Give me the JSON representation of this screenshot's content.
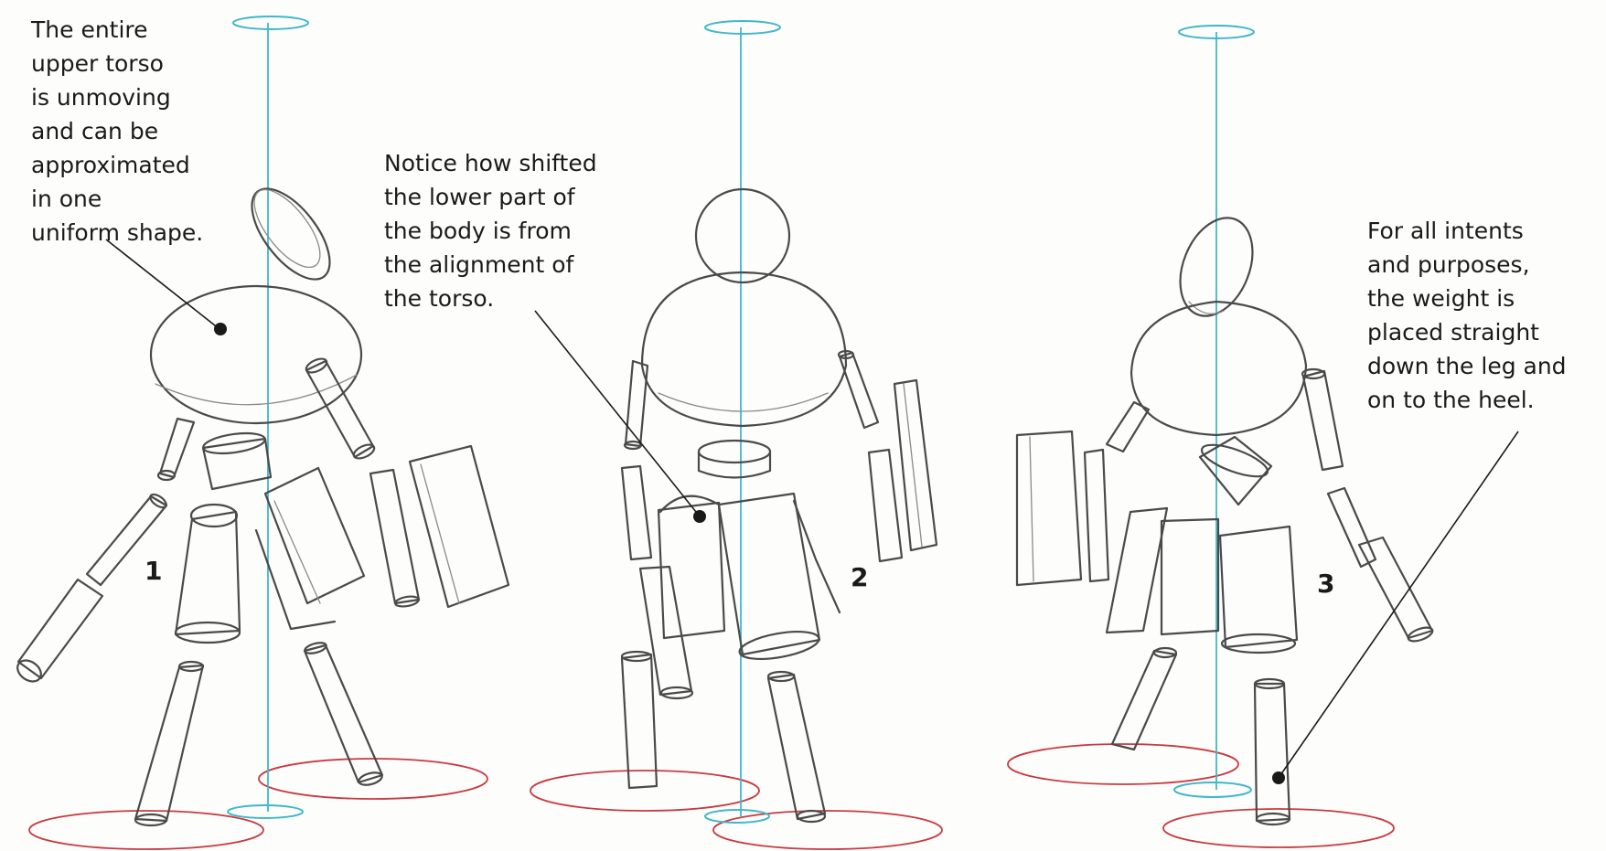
{
  "annotations": [
    {
      "id": "torso-note",
      "text": "The entire\nupper torso\nis unmoving\nand can be\napproximated\nin one\nuniform shape."
    },
    {
      "id": "shift-note",
      "text": "Notice how shifted\nthe lower part of\nthe body is from\nthe alignment of\nthe torso."
    },
    {
      "id": "weight-note",
      "text": "For all intents\nand purposes,\nthe weight is\nplaced straight\ndown the leg and\non to the heel."
    }
  ],
  "figures": [
    {
      "number": "1"
    },
    {
      "number": "2"
    },
    {
      "number": "3"
    }
  ],
  "colors": {
    "gravity_line": "#3fb8c9",
    "ground_ellipse": "#c93a3f",
    "sketch": "#4a4a4a",
    "text": "#1a1a1a"
  }
}
